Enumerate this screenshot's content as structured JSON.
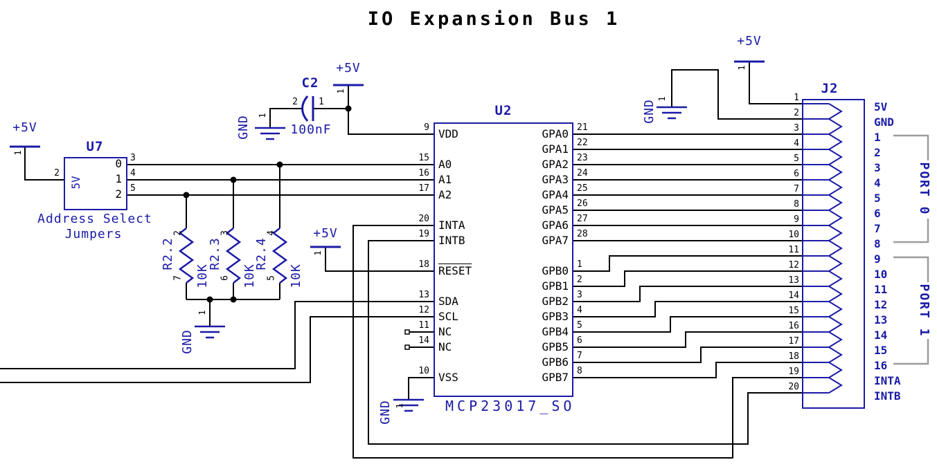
{
  "title": "IO Expansion Bus 1",
  "colors": {
    "symbol_blue": "#1a1aa6",
    "wire_black": "#000000",
    "bracket_gray": "#9c9c9c",
    "background": "#ffffff"
  },
  "power": {
    "plus5v_label": "+5V",
    "gnd_label": "GND",
    "pin_number": "1"
  },
  "u7": {
    "ref": "U7",
    "inner_label": "5V",
    "channel_labels": [
      "0",
      "1",
      "2"
    ],
    "left_pin_number": "2",
    "right_pin_numbers": [
      "3",
      "4",
      "5"
    ],
    "caption_line1": "Address Select",
    "caption_line2": "Jumpers"
  },
  "c2": {
    "ref": "C2",
    "value": "100nF",
    "pin_left": "2",
    "pin_right": "1"
  },
  "resistors": [
    {
      "ref": "R2.2",
      "value": "10K",
      "pin_top": "2",
      "pin_bottom": "7"
    },
    {
      "ref": "R2.3",
      "value": "10K",
      "pin_top": "3",
      "pin_bottom": "6"
    },
    {
      "ref": "R2.4",
      "value": "10K",
      "pin_top": "4",
      "pin_bottom": "5"
    }
  ],
  "u2": {
    "ref": "U2",
    "value": "MCP23017_SO",
    "left_pins": [
      {
        "num": "9",
        "name": "VDD"
      },
      {
        "num": "15",
        "name": "A0"
      },
      {
        "num": "16",
        "name": "A1"
      },
      {
        "num": "17",
        "name": "A2"
      },
      {
        "num": "20",
        "name": "INTA"
      },
      {
        "num": "19",
        "name": "INTB"
      },
      {
        "num": "18",
        "name": "RESET",
        "overline": true
      },
      {
        "num": "13",
        "name": "SDA"
      },
      {
        "num": "12",
        "name": "SCL"
      },
      {
        "num": "11",
        "name": "NC"
      },
      {
        "num": "14",
        "name": "NC"
      },
      {
        "num": "10",
        "name": "VSS"
      }
    ],
    "right_pins": [
      {
        "num": "21",
        "name": "GPA0"
      },
      {
        "num": "22",
        "name": "GPA1"
      },
      {
        "num": "23",
        "name": "GPA2"
      },
      {
        "num": "24",
        "name": "GPA3"
      },
      {
        "num": "25",
        "name": "GPA4"
      },
      {
        "num": "26",
        "name": "GPA5"
      },
      {
        "num": "27",
        "name": "GPA6"
      },
      {
        "num": "28",
        "name": "GPA7"
      },
      {
        "num": "1",
        "name": "GPB0"
      },
      {
        "num": "2",
        "name": "GPB1"
      },
      {
        "num": "3",
        "name": "GPB2"
      },
      {
        "num": "4",
        "name": "GPB3"
      },
      {
        "num": "5",
        "name": "GPB4"
      },
      {
        "num": "6",
        "name": "GPB5"
      },
      {
        "num": "7",
        "name": "GPB6"
      },
      {
        "num": "8",
        "name": "GPB7"
      }
    ]
  },
  "j2": {
    "ref": "J2",
    "pin_numbers": [
      "1",
      "2",
      "3",
      "4",
      "5",
      "6",
      "7",
      "8",
      "9",
      "10",
      "11",
      "12",
      "13",
      "14",
      "15",
      "16",
      "17",
      "18",
      "19",
      "20"
    ],
    "labels": [
      "5V",
      "GND",
      "1",
      "2",
      "3",
      "4",
      "5",
      "6",
      "7",
      "8",
      "9",
      "10",
      "11",
      "12",
      "13",
      "14",
      "15",
      "16",
      "INTA",
      "INTB"
    ],
    "port0_label": "PORT 0",
    "port1_label": "PORT 1"
  }
}
